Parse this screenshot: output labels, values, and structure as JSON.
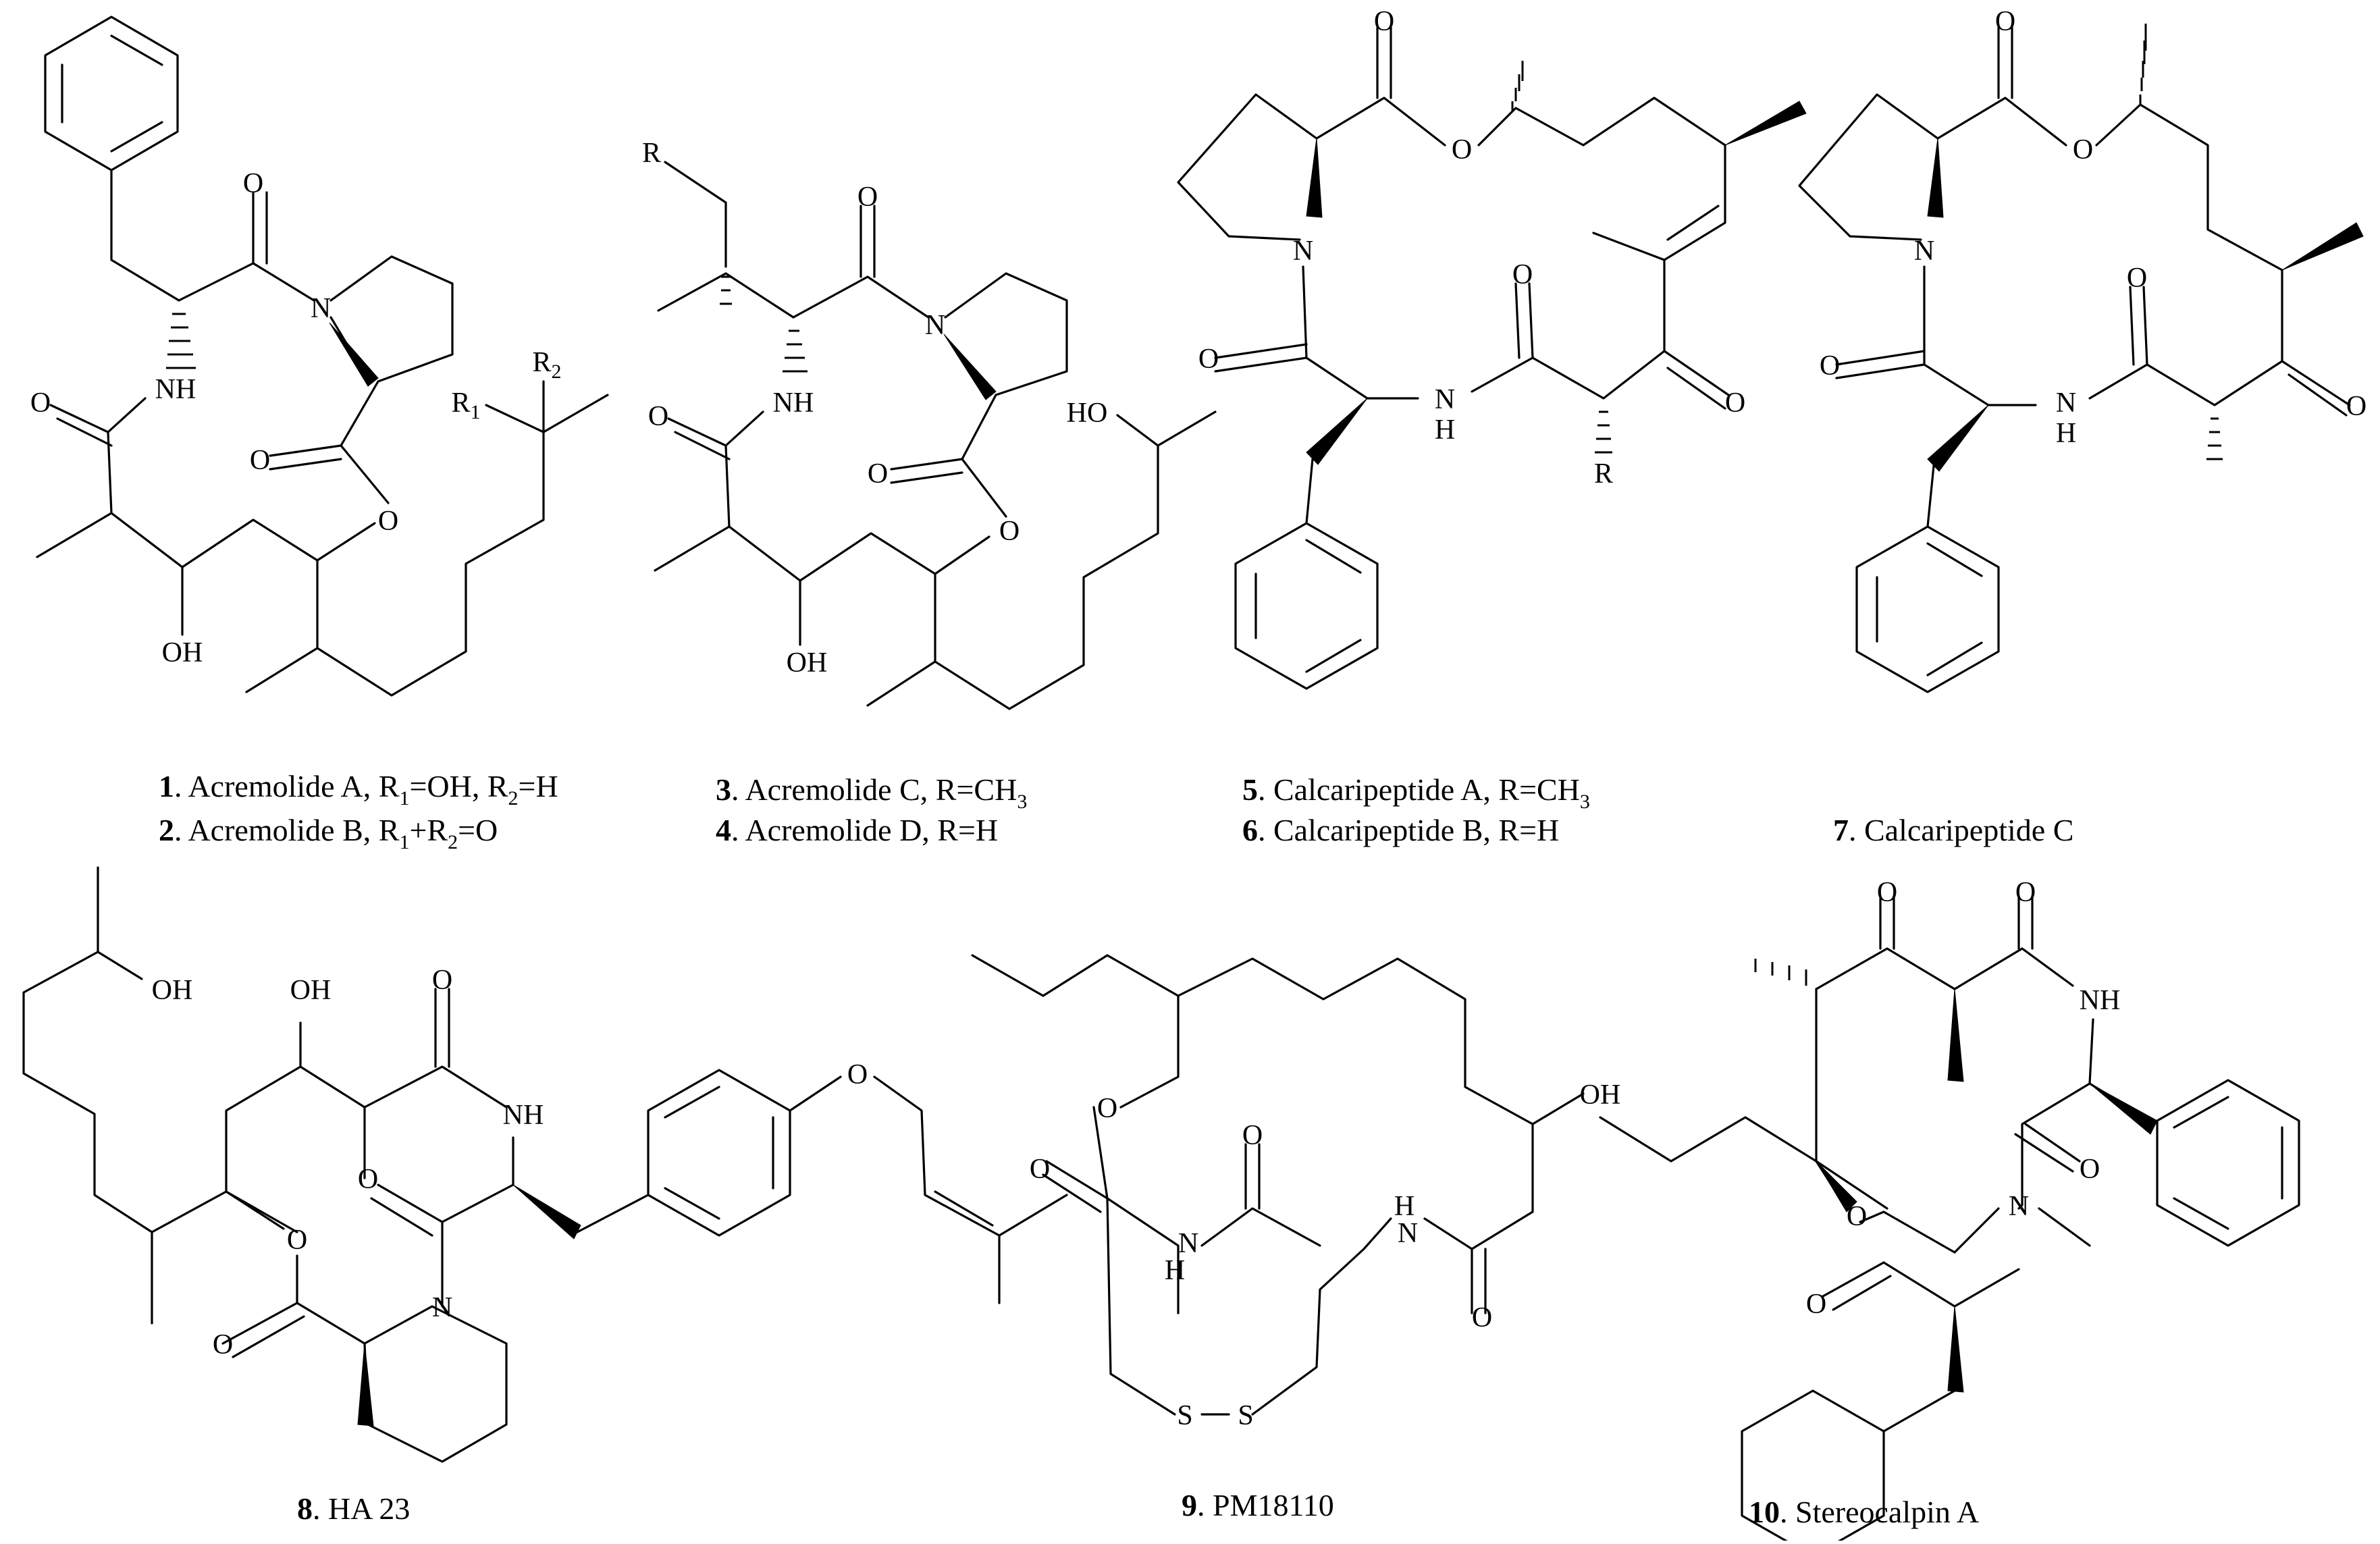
{
  "captions": [
    {
      "num": "1",
      "rest": ". Acremolide A, R",
      "s1": "1",
      "mid": "=OH, R",
      "s2": "2",
      "end": "=H"
    },
    {
      "num": "2",
      "rest": ". Acremolide B, R",
      "s1": "1",
      "mid": "+R",
      "s2": "2",
      "end": "=O"
    },
    {
      "num": "3",
      "rest": ". Acremolide C, R=CH",
      "s1": "3"
    },
    {
      "num": "4",
      "rest": ". Acremolide D, R=H"
    },
    {
      "num": "5",
      "rest": ". Calcaripeptide A, R=CH",
      "s1": "3"
    },
    {
      "num": "6",
      "rest": ". Calcaripeptide B, R=H"
    },
    {
      "num": "7",
      "rest": ". Calcaripeptide C"
    },
    {
      "num": "8",
      "rest": ". HA 23"
    },
    {
      "num": "9",
      "rest": ". PM18110"
    },
    {
      "num": "10",
      "rest": ". Stereocalpin A"
    }
  ],
  "atoms": {
    "O": "O",
    "OH": "OH",
    "HO": "HO",
    "N": "N",
    "NH": "NH",
    "H": "H",
    "R": "R",
    "S": "S",
    "R1": "R",
    "R2": "R",
    "r1sub": "1",
    "r2sub": "2"
  }
}
